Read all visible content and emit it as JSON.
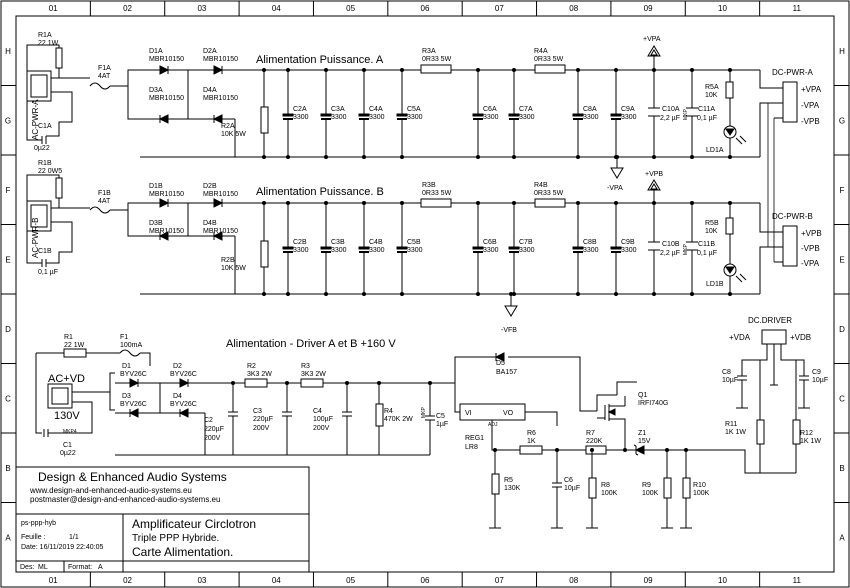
{
  "border": {
    "cols": [
      "01",
      "02",
      "03",
      "04",
      "05",
      "06",
      "07",
      "08",
      "09",
      "10",
      "11"
    ],
    "rows": [
      "H",
      "G",
      "F",
      "E",
      "D",
      "C",
      "B",
      "A"
    ]
  },
  "sections": {
    "power_a": "Alimentation Puissance. A",
    "power_b": "Alimentation Puissance. B",
    "driver": "Alimentation - Driver A et B +160 V"
  },
  "power_a": {
    "connector": "AC-PWR-A",
    "r1": [
      "R1A",
      "22 1W"
    ],
    "c1": [
      "C1A",
      "0µ22"
    ],
    "fuse": [
      "F1A",
      "4AT"
    ],
    "diodes": [
      [
        "D1A",
        "MBR10150"
      ],
      [
        "D2A",
        "MBR10150"
      ],
      [
        "D3A",
        "MBR10150"
      ],
      [
        "D4A",
        "MBR10150"
      ]
    ],
    "r2": [
      "R2A",
      "10K 5W"
    ],
    "caps": [
      [
        "C2A",
        "3300"
      ],
      [
        "C3A",
        "3300"
      ],
      [
        "C4A",
        "3300"
      ],
      [
        "C5A",
        "3300"
      ],
      [
        "C6A",
        "3300"
      ],
      [
        "C7A",
        "3300"
      ],
      [
        "C8A",
        "3300"
      ],
      [
        "C9A",
        "3300"
      ]
    ],
    "r3": [
      "R3A",
      "0R33 5W"
    ],
    "r4": [
      "R4A",
      "0R33 5W"
    ],
    "c10": [
      "C10A",
      "2,2 µF"
    ],
    "c11": [
      "C11A",
      "0,1 µF"
    ],
    "r5": [
      "R5A",
      "10K"
    ],
    "led": "LD1A",
    "out_label": "DC-PWR-A",
    "out_pins": [
      "+VPA",
      "-VPA",
      "-VPB"
    ],
    "rail_pos": "+VPA",
    "rail_neg": "-VPA",
    "mkp": "MKP"
  },
  "power_b": {
    "connector": "AC-PWR-B",
    "r1": [
      "R1B",
      "22 0W5"
    ],
    "c1": [
      "C1B",
      "0,1 µF"
    ],
    "fuse": [
      "F1B",
      "4AT"
    ],
    "diodes": [
      [
        "D1B",
        "MBR10150"
      ],
      [
        "D2B",
        "MBR10150"
      ],
      [
        "D3B",
        "MBR10150"
      ],
      [
        "D4B",
        "MBR10150"
      ]
    ],
    "r2": [
      "R2B",
      "10K 5W"
    ],
    "caps": [
      [
        "C2B",
        "3300"
      ],
      [
        "C3B",
        "3300"
      ],
      [
        "C4B",
        "3300"
      ],
      [
        "C5B",
        "3300"
      ],
      [
        "C6B",
        "3300"
      ],
      [
        "C7B",
        "3300"
      ],
      [
        "C8B",
        "3300"
      ],
      [
        "C9B",
        "3300"
      ]
    ],
    "r3": [
      "R3B",
      "0R33 5W"
    ],
    "r4": [
      "R4B",
      "0R33 5W"
    ],
    "c10": [
      "C10B",
      "2,2 µF"
    ],
    "c11": [
      "C11B",
      "0,1 µF"
    ],
    "r5": [
      "R5B",
      "10K"
    ],
    "led": "LD1B",
    "out_label": "DC-PWR-B",
    "out_pins": [
      "+VPB",
      "-VPB",
      "-VPA"
    ],
    "rail_pos": "+VPB",
    "rail_neg": "-VFB",
    "mkp": "MKP"
  },
  "driver": {
    "connector": "AC+VD",
    "voltage": "130V",
    "r1": [
      "R1",
      "22 1W"
    ],
    "c1": [
      "C1",
      "0µ22"
    ],
    "c1_mkp": "MKP4",
    "fuse": [
      "F1",
      "100mA"
    ],
    "diodes": [
      [
        "D1",
        "BYV26C"
      ],
      [
        "D2",
        "BYV26C"
      ],
      [
        "D3",
        "BYV26C"
      ],
      [
        "D4",
        "BYV26C"
      ]
    ],
    "c2": [
      "C2",
      "220µF",
      "200V"
    ],
    "r2": [
      "R2",
      "3K3 2W"
    ],
    "r3": [
      "R3",
      "3K3 2W"
    ],
    "c3": [
      "C3",
      "220µF",
      "200V"
    ],
    "c4": [
      "C4",
      "100µF",
      "200V"
    ],
    "r4": [
      "R4",
      "470K 2W"
    ],
    "c5": [
      "C5",
      "1µF"
    ],
    "c5_mkp": "MKP",
    "d5": [
      "D5",
      "BA157"
    ],
    "reg": [
      "REG1",
      "LR8"
    ],
    "reg_pins": [
      "VI",
      "VO",
      "ADJ"
    ],
    "r5": [
      "R5",
      "130K"
    ],
    "r6": [
      "R6",
      "1K"
    ],
    "c6": [
      "C6",
      "10µF"
    ],
    "r7": [
      "R7",
      "220K"
    ],
    "r8": [
      "R8",
      "100K"
    ],
    "q1": [
      "Q1",
      "IRFI740G"
    ],
    "z1": [
      "Z1",
      "15V"
    ],
    "r9": [
      "R9",
      "100K"
    ],
    "r10": [
      "R10",
      "100K"
    ],
    "out_label": "DC.DRIVER",
    "out_pins": [
      "+VDA",
      "+VDB"
    ],
    "c8": [
      "C8",
      "10µF"
    ],
    "c9": [
      "C9",
      "10µF"
    ],
    "r11": [
      "R11",
      "1K 1W"
    ],
    "r12": [
      "R12",
      "1K 1W"
    ]
  },
  "title_block": {
    "company": "Design & Enhanced Audio Systems",
    "website": "www.design-and-enhanced-audio-systems.eu",
    "email": "postmaster@design-and-enhanced-audio-systems.eu",
    "file": "ps-ppp-hyb",
    "sheet_label": "Feuille :",
    "sheet_value": "1/1",
    "date": "Date: 16/11/2019 22:40:05",
    "title1": "Amplificateur Circlotron",
    "title2": "Triple PPP Hybride.",
    "title3": "Carte Alimentation.",
    "designer_label": "Des:",
    "designer": "ML",
    "format_label": "Format:",
    "format": "A"
  }
}
